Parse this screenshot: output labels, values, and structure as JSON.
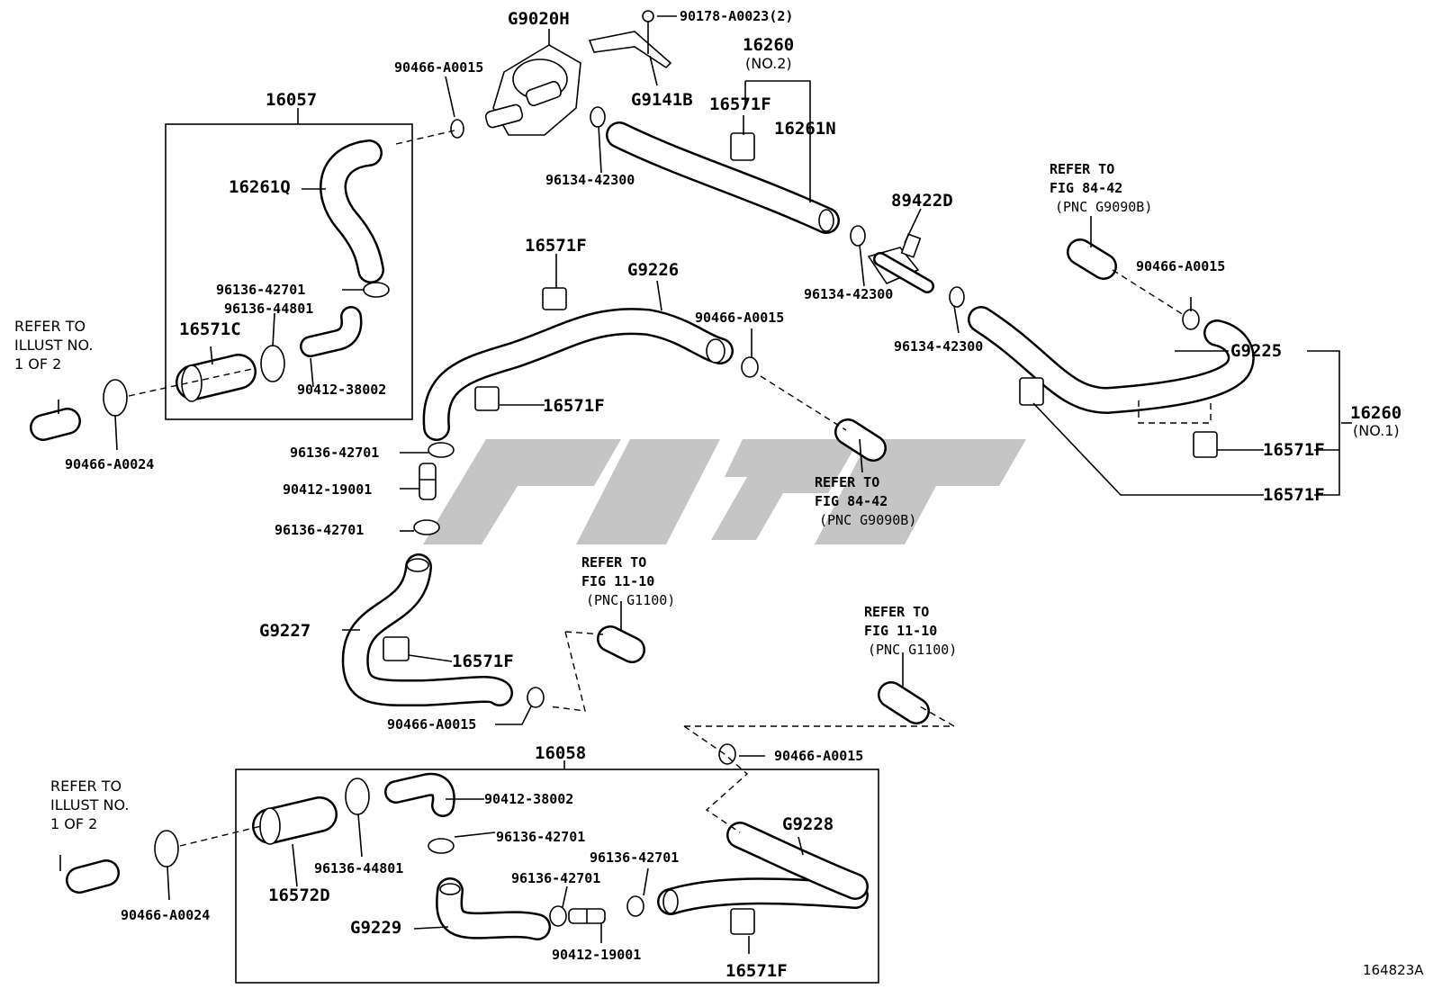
{
  "labels": {
    "p_g9020h": "G9020H",
    "p_90178": "90178-A0023(2)",
    "p_90466_a0015_top": "90466-A0015",
    "p_g9141b": "G9141B",
    "p_16260_no2": "16260",
    "p_no2": "(NO.2)",
    "p_16571f_top": "16571F",
    "p_16261n": "16261N",
    "p_16057": "16057",
    "p_16261q": "16261Q",
    "p_96134_a": "96134-42300",
    "p_89422d": "89422D",
    "p_96134_b": "96134-42300",
    "p_96134_c": "96134-42300",
    "p_16571f_g9226": "16571F",
    "p_g9226": "G9226",
    "p_96136_42701_a": "96136-42701",
    "p_96136_44801_a": "96136-44801",
    "p_16571c": "16571C",
    "p_90412_38002_a": "90412-38002",
    "p_90466_a0015_mid": "90466-A0015",
    "p_16571f_mid": "16571F",
    "p_90466_a0024_a": "90466-A0024",
    "p_96136_42701_b": "96136-42701",
    "p_90412_19001_a": "90412-19001",
    "p_96136_42701_c": "96136-42701",
    "p_90466_a0015_right": "90466-A0015",
    "p_g9225": "G9225",
    "p_16260_no1": "16260",
    "p_no1": "(NO.1)",
    "p_16571f_r1": "16571F",
    "p_16571f_r2": "16571F",
    "p_g9227": "G9227",
    "p_16571f_g9227": "16571F",
    "p_90466_a0015_low": "90466-A0015",
    "p_16058": "16058",
    "p_90466_a0015_bot": "90466-A0015",
    "p_90412_38002_b": "90412-38002",
    "p_96136_42701_d": "96136-42701",
    "p_g9228": "G9228",
    "p_96136_42701_e": "96136-42701",
    "p_96136_42701_f": "96136-42701",
    "p_96136_44801_b": "96136-44801",
    "p_16572d": "16572D",
    "p_90466_a0024_b": "90466-A0024",
    "p_g9229": "G9229",
    "p_90412_19001_b": "90412-19001",
    "p_16571f_bot": "16571F",
    "fig_id": "164823A"
  },
  "refs": {
    "r_fig8442_top": [
      "REFER TO",
      "FIG 84-42",
      "(PNC G9090B)"
    ],
    "r_fig8442_mid": [
      "REFER TO",
      "FIG 84-42",
      "(PNC G9090B)"
    ],
    "r_illust_top": [
      "REFER TO",
      "ILLUST NO.",
      "1 OF 2"
    ],
    "r_fig1110_a": [
      "REFER TO",
      "FIG 11-10",
      "(PNC G1100)"
    ],
    "r_fig1110_b": [
      "REFER TO",
      "FIG 11-10",
      "(PNC G1100)"
    ],
    "r_illust_bot": [
      "REFER TO",
      "ILLUST NO.",
      "1 OF 2"
    ]
  }
}
